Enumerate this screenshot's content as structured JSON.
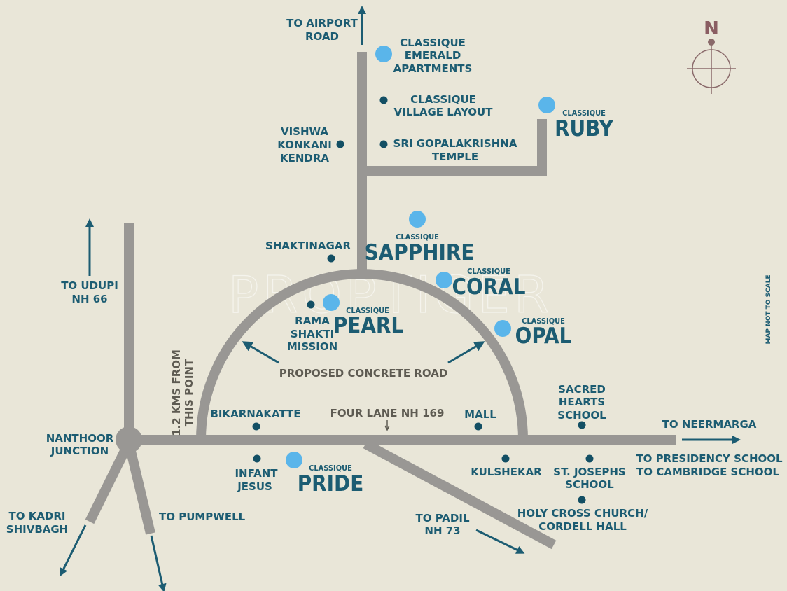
{
  "colors": {
    "background": "#e9e6d8",
    "road": "#999794",
    "label": "#1c5c72",
    "project_marker": "#5ab5ea",
    "landmark_marker": "#134f64",
    "compass": "#8a6a6a"
  },
  "watermark": "PROPTIGER",
  "compass_label": "N",
  "scale_note": "MAP NOT TO SCALE",
  "road_labels": {
    "proposed_road": "PROPOSED CONCRETE ROAD",
    "four_lane": "FOUR LANE NH 169",
    "distance_note": [
      "1.2 KMS FROM",
      "THIS POINT"
    ]
  },
  "junction": [
    "NANTHOOR",
    "JUNCTION"
  ],
  "directions": {
    "airport": [
      "TO AIRPORT",
      "ROAD"
    ],
    "udupi": [
      "TO UDUPI",
      "NH 66"
    ],
    "kadri": [
      "TO KADRI",
      "SHIVBAGH"
    ],
    "pumpwell": [
      "TO PUMPWELL"
    ],
    "padil": [
      "TO PADIL",
      "NH 73"
    ],
    "neermarga": [
      "TO NEERMARGA"
    ],
    "schools": [
      "TO PRESIDENCY SCHOOL",
      "TO CAMBRIDGE SCHOOL"
    ]
  },
  "projects": {
    "emerald": [
      "CLASSIQUE",
      "EMERALD",
      "APARTMENTS"
    ],
    "ruby": {
      "brand": "CLASSIQUE",
      "name": "RUBY"
    },
    "sapphire": {
      "brand": "CLASSIQUE",
      "name": "SAPPHIRE"
    },
    "coral": {
      "brand": "CLASSIQUE",
      "name": "CORAL"
    },
    "pearl": {
      "brand": "CLASSIQUE",
      "name": "PEARL"
    },
    "opal": {
      "brand": "CLASSIQUE",
      "name": "OPAL"
    },
    "pride": {
      "brand": "CLASSIQUE",
      "name": "PRIDE"
    }
  },
  "landmarks": {
    "village": [
      "CLASSIQUE",
      "VILLAGE LAYOUT"
    ],
    "vishwa": [
      "VISHWA",
      "KONKANI",
      "KENDRA"
    ],
    "temple": [
      "SRI GOPALAKRISHNA",
      "TEMPLE"
    ],
    "shaktinagar": [
      "SHAKTINAGAR"
    ],
    "rama": [
      "RAMA",
      "SHAKTI",
      "MISSION"
    ],
    "bikarnakatte": [
      "BIKARNAKATTE"
    ],
    "mall": [
      "MALL"
    ],
    "sacred": [
      "SACRED",
      "HEARTS",
      "SCHOOL"
    ],
    "infant": [
      "INFANT",
      "JESUS"
    ],
    "kulshekar": [
      "KULSHEKAR"
    ],
    "stjosephs": [
      "ST. JOSEPHS",
      "SCHOOL"
    ],
    "holycross": [
      "HOLY CROSS CHURCH/",
      "CORDELL HALL"
    ]
  }
}
